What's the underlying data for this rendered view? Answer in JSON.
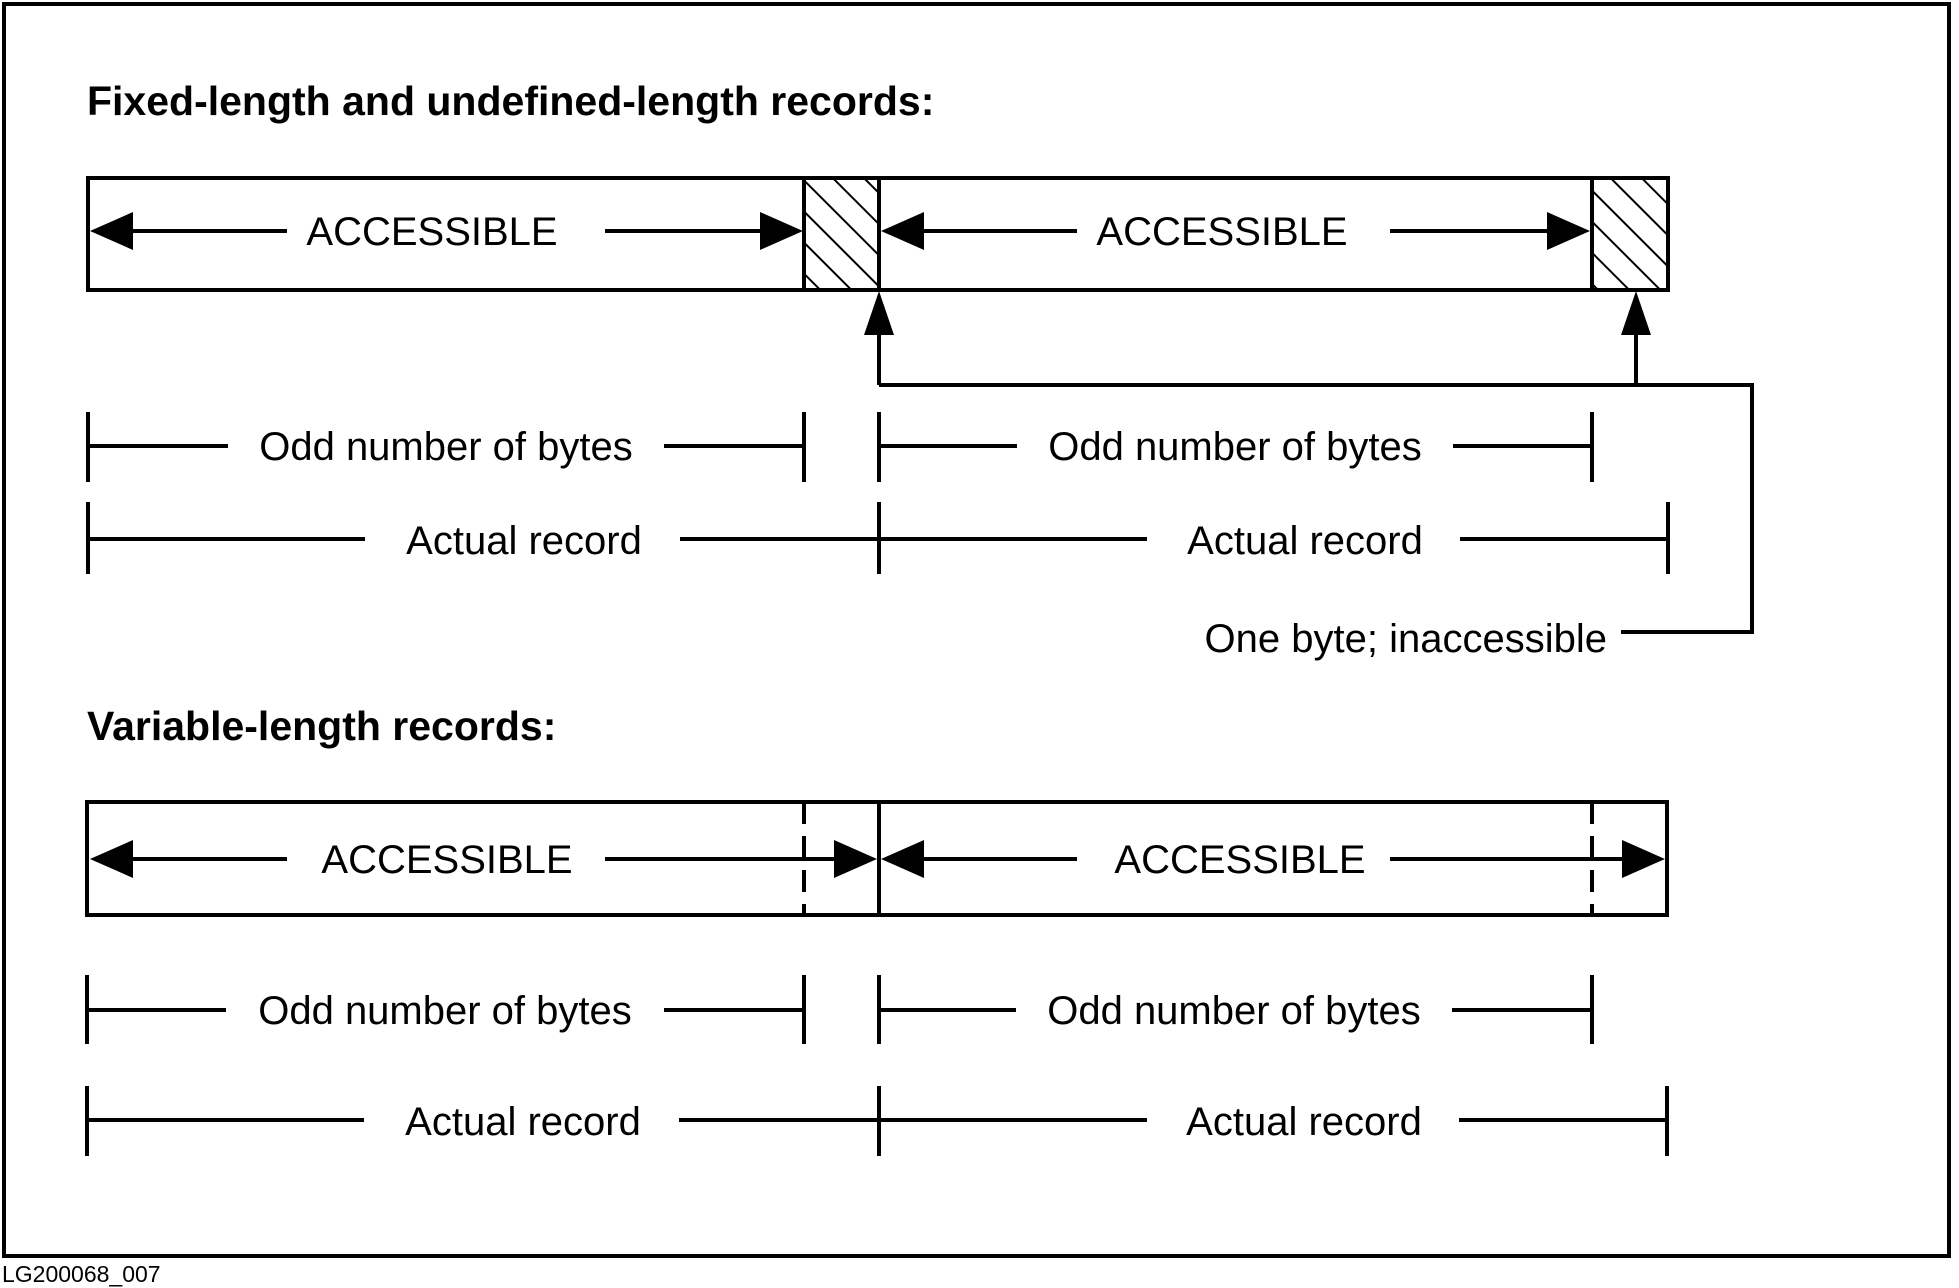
{
  "figure_id": "LG200068_007",
  "fixed_section": {
    "title": "Fixed-length and undefined-length records:",
    "record1": {
      "accessible": "ACCESSIBLE",
      "odd_bytes": "Odd number of bytes",
      "actual_record": "Actual record"
    },
    "record2": {
      "accessible": "ACCESSIBLE",
      "odd_bytes": "Odd number of bytes",
      "actual_record": "Actual record"
    },
    "pad_note": "One byte; inaccessible"
  },
  "variable_section": {
    "title": "Variable-length records:",
    "record1": {
      "accessible": "ACCESSIBLE",
      "odd_bytes": "Odd number of bytes",
      "actual_record": "Actual record"
    },
    "record2": {
      "accessible": "ACCESSIBLE",
      "odd_bytes": "Odd number of bytes",
      "actual_record": "Actual record"
    }
  }
}
